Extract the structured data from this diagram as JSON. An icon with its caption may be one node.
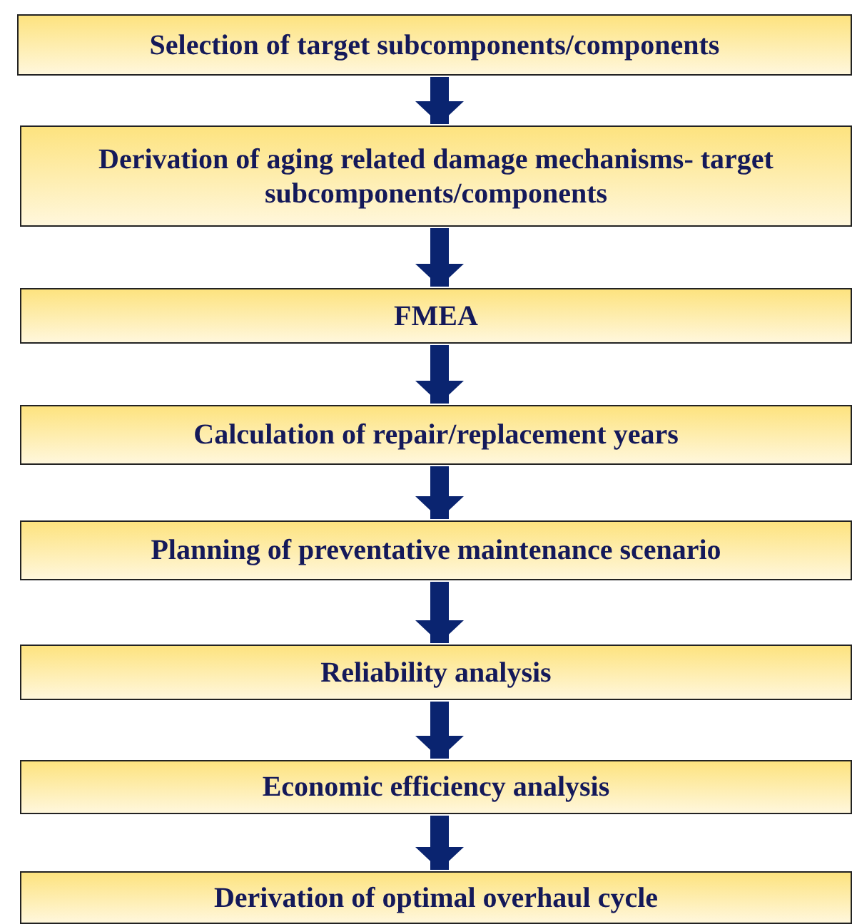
{
  "diagram": {
    "nodes": [
      {
        "text": [
          "Selection of target subcomponents/components"
        ]
      },
      {
        "text": [
          "Derivation of aging related damage mechanisms- target subcomponents/components"
        ]
      },
      {
        "text": [
          "FMEA"
        ]
      },
      {
        "text": [
          "Calculation of repair/replacement years"
        ]
      },
      {
        "text": [
          "Planning of preventative maintenance scenario"
        ]
      },
      {
        "text": [
          "Reliability analysis"
        ]
      },
      {
        "text": [
          "Economic efficiency analysis"
        ]
      },
      {
        "text": [
          "Derivation of optimal overhaul cycle"
        ]
      }
    ],
    "edges": [
      {
        "from": 0,
        "to": 1,
        "arrow": "to"
      },
      {
        "from": 1,
        "to": 2,
        "arrow": "to"
      },
      {
        "from": 2,
        "to": 3,
        "arrow": "to"
      },
      {
        "from": 3,
        "to": 4,
        "arrow": "to"
      },
      {
        "from": 4,
        "to": 5,
        "arrow": "to"
      },
      {
        "from": 5,
        "to": 6,
        "arrow": "to"
      },
      {
        "from": 6,
        "to": 7,
        "arrow": "to"
      }
    ]
  }
}
